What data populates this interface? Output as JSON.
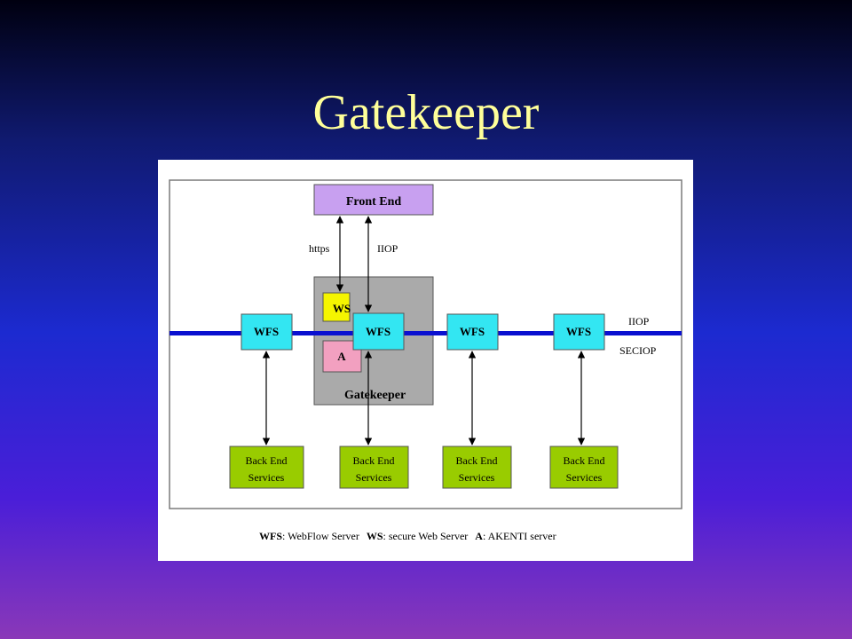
{
  "slide": {
    "title": "Gatekeeper"
  },
  "diagram": {
    "front_end": "Front End",
    "https_label": "https",
    "iiop_top_label": "IIOP",
    "ws_label": "WS",
    "a_label": "A",
    "gatekeeper_label": "Gatekeeper",
    "wfs_label": "WFS",
    "bus_iiop_label": "IIOP",
    "bus_seciop_label": "SECIOP",
    "backend_line1": "Back End",
    "backend_line2": "Services"
  },
  "legend": {
    "wfs_key": "WFS",
    "wfs_desc": ": WebFlow Server",
    "ws_key": "WS",
    "ws_desc": ": secure Web Server",
    "a_key": "A",
    "a_desc": ": AKENTI server"
  },
  "colors": {
    "title": "#ffff99",
    "bus": "#0a10d0",
    "wfs_fill": "#33e6f2",
    "front_end_fill": "#c8a0f0",
    "ws_fill": "#f5f500",
    "a_fill": "#f2a0c0",
    "gatekeeper_fill": "#aaaaaa",
    "backend_fill": "#99cc00"
  }
}
